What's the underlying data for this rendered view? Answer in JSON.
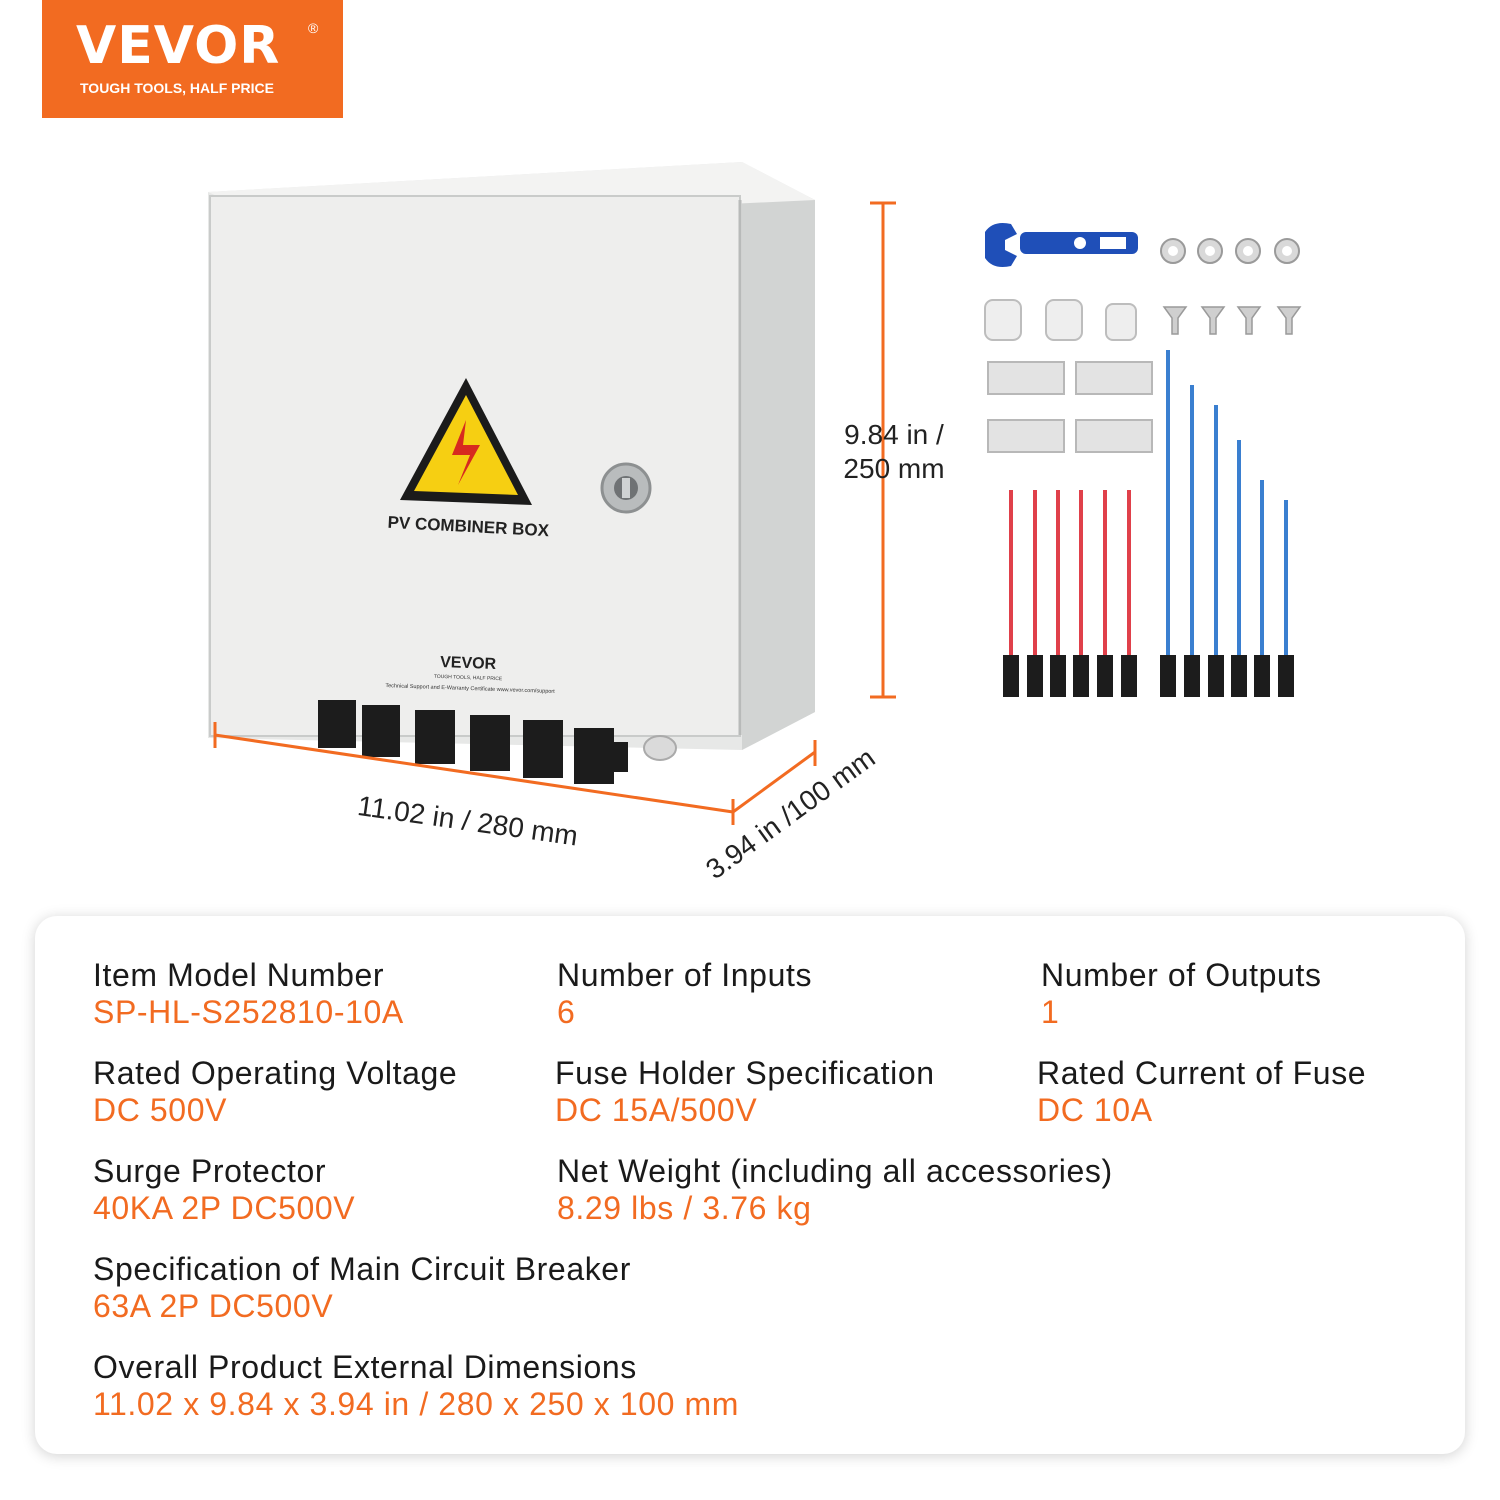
{
  "logo": {
    "brand": "VEVOR",
    "reg": "®",
    "tagline": "TOUGH TOOLS, HALF PRICE"
  },
  "product": {
    "label": "PV COMBINER BOX",
    "plate_brand": "VEVOR",
    "plate_tagline": "TOUGH TOOLS, HALF PRICE",
    "plate_text": "Technical Support and E-Warranty Certificate www.vevor.com/support"
  },
  "dimensions": {
    "height_in": "9.84 in /",
    "height_mm": "250 mm",
    "width": "11.02 in / 280 mm",
    "depth": "3.94 in /100 mm"
  },
  "colors": {
    "accent": "#f26b21",
    "label": "#1a1a1a"
  },
  "specs": [
    {
      "label": "Item Model Number",
      "value": "SP-HL-S252810-10A"
    },
    {
      "label": "Number of Inputs",
      "value": "6"
    },
    {
      "label": "Number of Outputs",
      "value": "1"
    },
    {
      "label": "Rated Operating Voltage",
      "value": "DC 500V"
    },
    {
      "label": "Fuse Holder Specification",
      "value": "DC 15A/500V"
    },
    {
      "label": "Rated Current of Fuse",
      "value": "DC 10A"
    },
    {
      "label": "Surge Protector",
      "value": "40KA 2P DC500V"
    },
    {
      "label": "Net Weight (including all accessories)",
      "value": "8.29 lbs / 3.76 kg"
    },
    {
      "label": "Specification of Main Circuit Breaker",
      "value": "63A 2P DC500V"
    },
    {
      "label": "Overall Product External Dimensions",
      "value": "11.02 x 9.84 x 3.94 in / 280 x 250 x 100 mm"
    }
  ]
}
